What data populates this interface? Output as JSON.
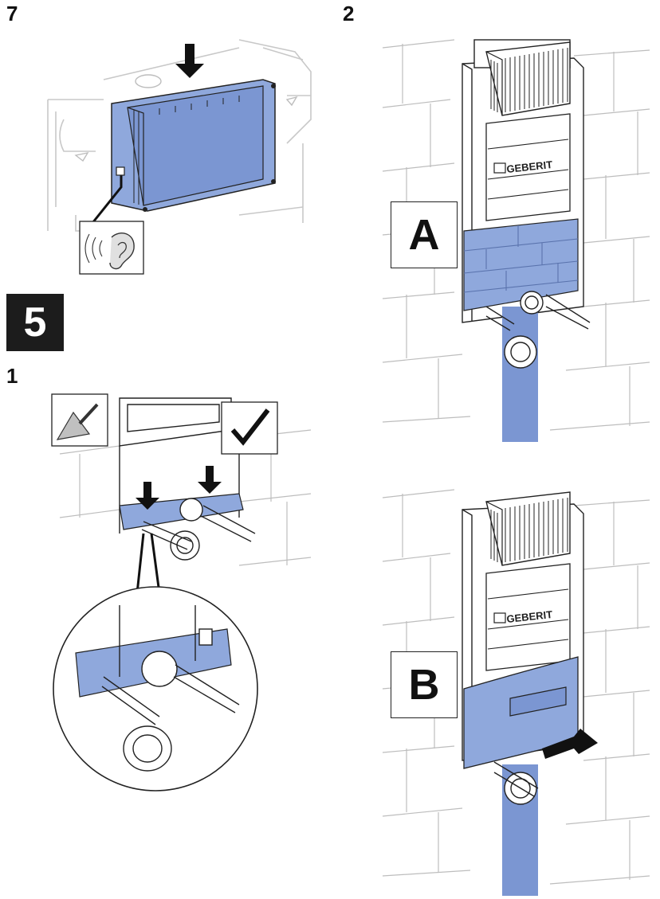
{
  "steps": {
    "top_left": "7",
    "top_right": "2",
    "mid_left": "1"
  },
  "section": {
    "number": "5"
  },
  "variants": {
    "a": "A",
    "b": "B"
  },
  "brand": {
    "logo_text": "GEBERIT"
  },
  "icons": {
    "ear": "ear-icon",
    "trowel": "trowel-icon",
    "check": "checkmark-icon",
    "arrow": "arrow-icon"
  },
  "colors": {
    "accent_blue": "#8fa8dc",
    "accent_blue_dark": "#7b96d2",
    "line": "#222222"
  }
}
